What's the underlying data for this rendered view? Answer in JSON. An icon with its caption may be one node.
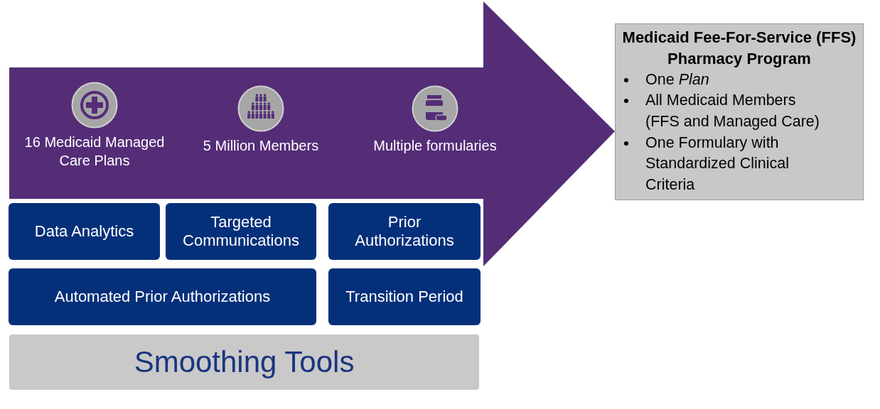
{
  "diagram": {
    "nodes": [
      {
        "text": [],
        "shape": "arrow"
      },
      {
        "text": [
          "16 Medicaid Managed Care Plans"
        ],
        "in": 0
      },
      {
        "text": [
          "5 Million Members"
        ],
        "in": 0
      },
      {
        "text": [
          "Multiple formularies"
        ],
        "in": 0
      },
      {
        "text": [
          "Data Analytics"
        ]
      },
      {
        "text": [
          "Targeted Communications"
        ]
      },
      {
        "text": [
          "Prior Authorizations"
        ]
      },
      {
        "text": [
          "Automated Prior Authorizations"
        ]
      },
      {
        "text": [
          "Transition Period"
        ]
      },
      {
        "text": [
          "Smoothing Tools"
        ]
      },
      {
        "text": [
          "Medicaid Fee-For-Service (FFS) Pharmacy Program",
          "One *Plan*",
          "All Medicaid Members (FFS and Managed Care)",
          "One Formulary with Standardized Clinical Criteria"
        ]
      }
    ]
  }
}
